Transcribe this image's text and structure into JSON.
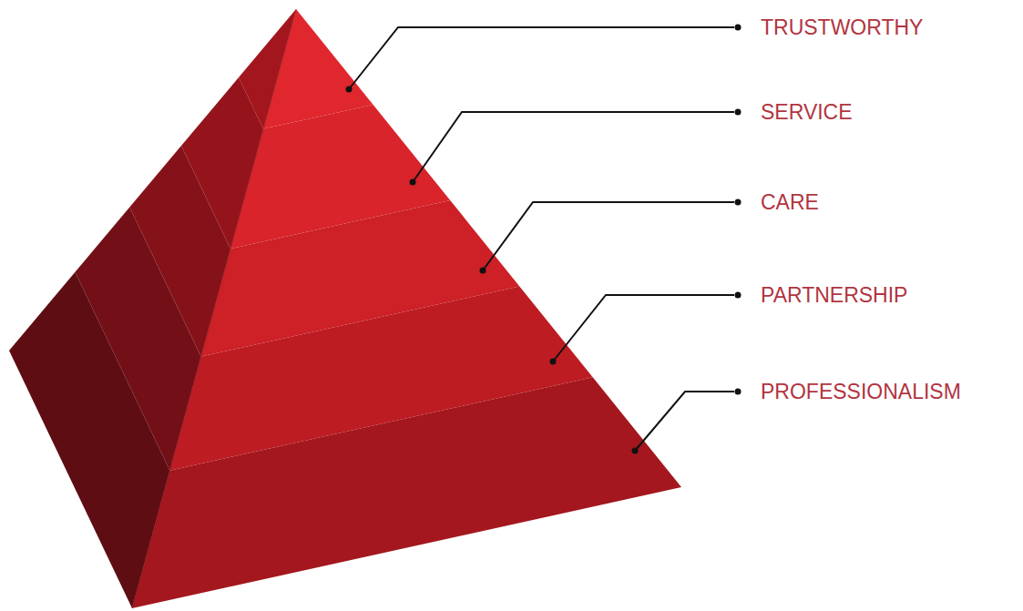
{
  "diagram": {
    "labels": [
      "TRUSTWORTHY",
      "SERVICE",
      "CARE",
      "PARTNERSHIP",
      "PROFESSIONALISM"
    ]
  }
}
